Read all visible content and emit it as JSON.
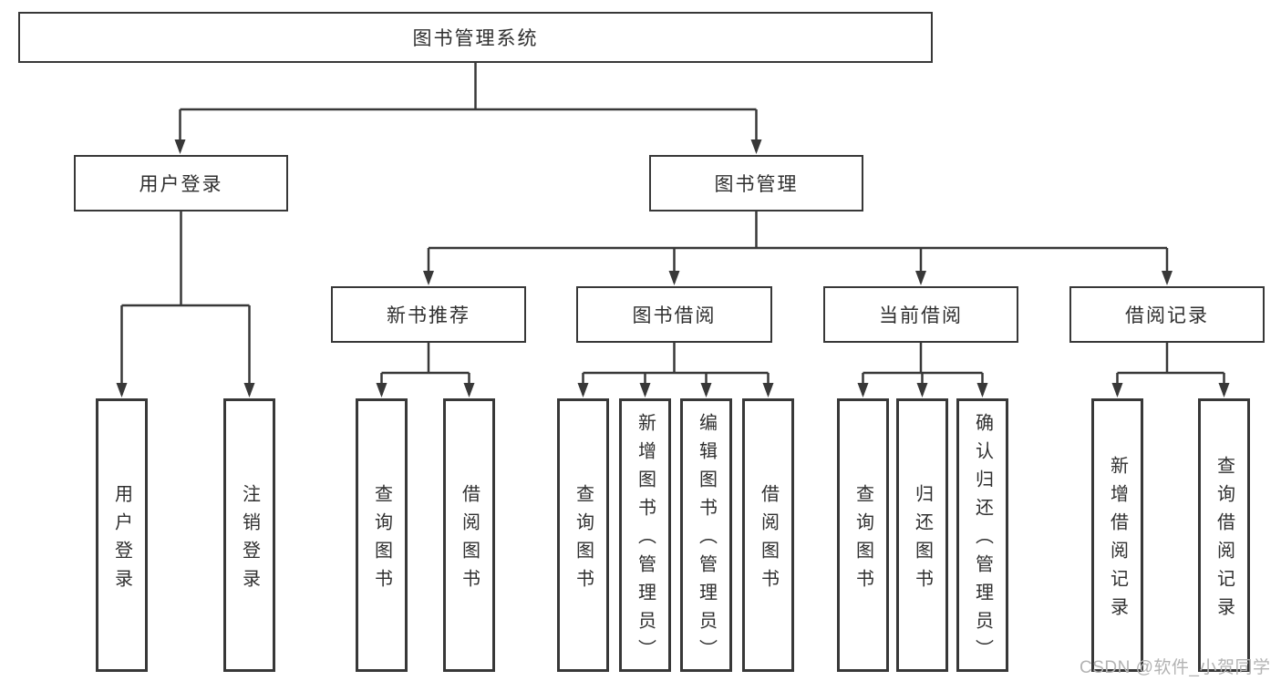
{
  "tree": {
    "label": "图书管理系统",
    "children": [
      {
        "label": "用户登录",
        "children": [
          {
            "label": "用户登录"
          },
          {
            "label": "注销登录"
          }
        ]
      },
      {
        "label": "图书管理",
        "children": [
          {
            "label": "新书推荐",
            "children": [
              {
                "label": "查询图书"
              },
              {
                "label": "借阅图书"
              }
            ]
          },
          {
            "label": "图书借阅",
            "children": [
              {
                "label": "查询图书"
              },
              {
                "label": "新增图书（管理员）"
              },
              {
                "label": "编辑图书（管理员）"
              },
              {
                "label": "借阅图书"
              }
            ]
          },
          {
            "label": "当前借阅",
            "children": [
              {
                "label": "查询图书"
              },
              {
                "label": "归还图书"
              },
              {
                "label": "确认归还（管理员）"
              }
            ]
          },
          {
            "label": "借阅记录",
            "children": [
              {
                "label": "新增借阅记录"
              },
              {
                "label": "查询借阅记录"
              }
            ]
          }
        ]
      }
    ]
  },
  "watermark": "CSDN @软件_小贺同学",
  "colors": {
    "line": "#383838",
    "box_border": "#383838",
    "text": "#2f2f2f",
    "watermark": "#b3b3b3",
    "background": "#ffffff"
  }
}
